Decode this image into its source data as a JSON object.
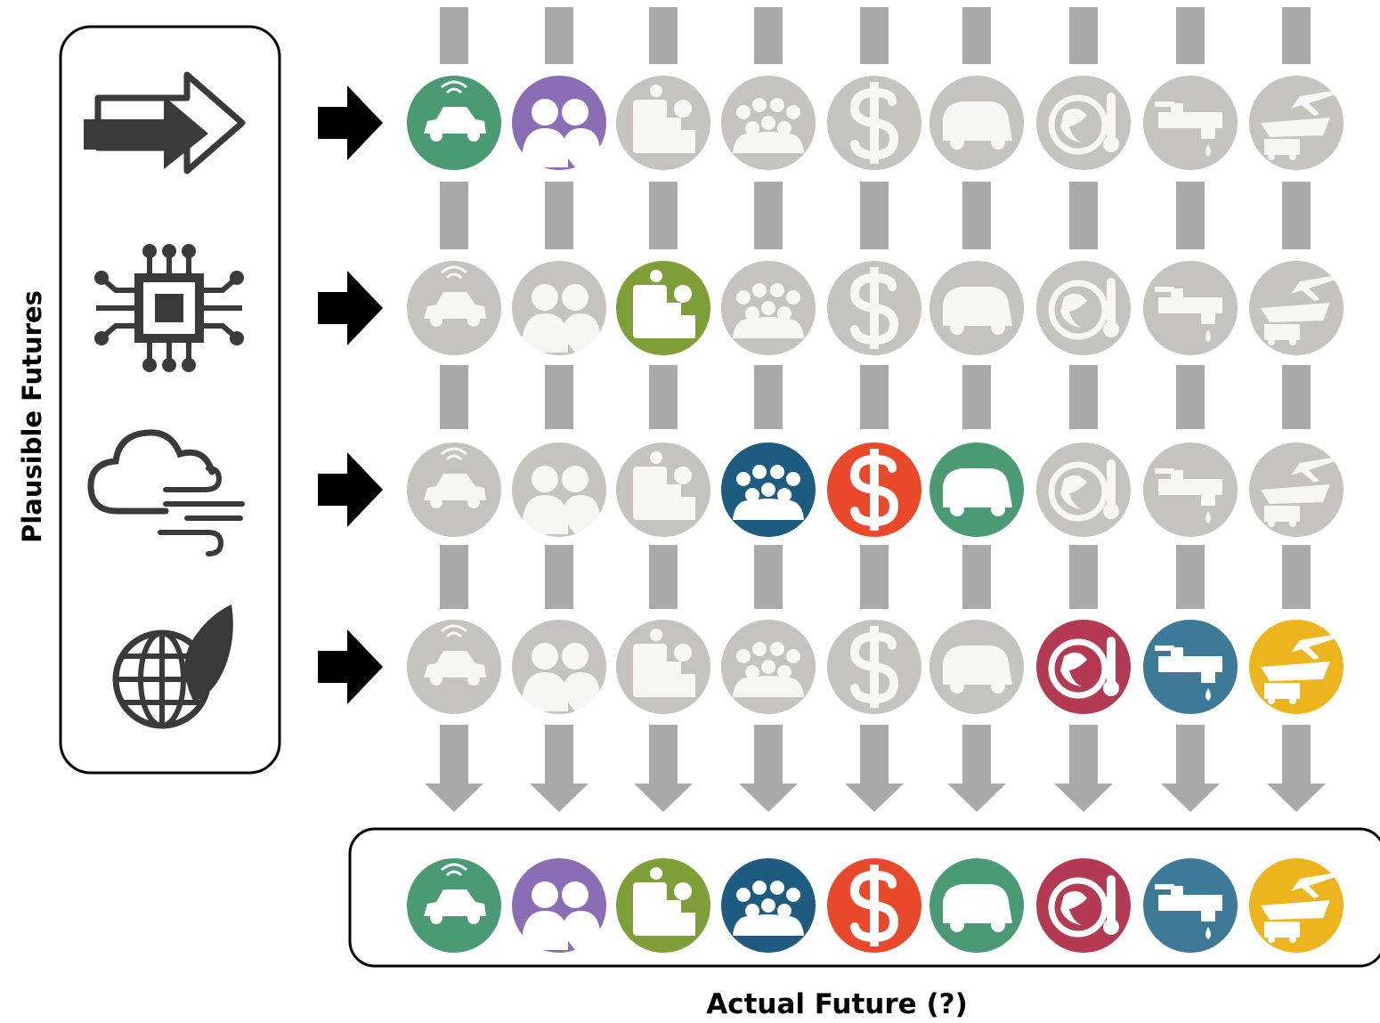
{
  "labels": {
    "plausible": "Plausible Futures",
    "actual": "Actual Future (?)"
  },
  "colors": {
    "inactive": "#c4c3bf",
    "connector": "#a9a9a9",
    "scenario_icon": "#3a3a3a",
    "pointer_arrow": "#000000"
  },
  "scenarios": [
    {
      "icon": "forward-arrows-icon"
    },
    {
      "icon": "microchip-icon"
    },
    {
      "icon": "cloud-wind-icon"
    },
    {
      "icon": "globe-leaf-icon"
    }
  ],
  "factors": [
    {
      "icon": "connected-car-icon",
      "color": "#4a9a74",
      "active_row": 0
    },
    {
      "icon": "people-pair-icon",
      "color": "#8a6db5",
      "active_row": 0
    },
    {
      "icon": "smart-city-icon",
      "color": "#7e9e38",
      "active_row": 1
    },
    {
      "icon": "population-group-icon",
      "color": "#1e5b80",
      "active_row": 2
    },
    {
      "icon": "dollar-road-icon",
      "color": "#e9492a",
      "active_row": 2
    },
    {
      "icon": "passenger-vehicle-icon",
      "color": "#4a9a74",
      "active_row": 2
    },
    {
      "icon": "globe-thermometer-icon",
      "color": "#b33a52",
      "active_row": 3
    },
    {
      "icon": "water-faucet-icon",
      "color": "#3c7a98",
      "active_row": 3
    },
    {
      "icon": "freight-transport-icon",
      "color": "#edb51d",
      "active_row": 3
    }
  ]
}
